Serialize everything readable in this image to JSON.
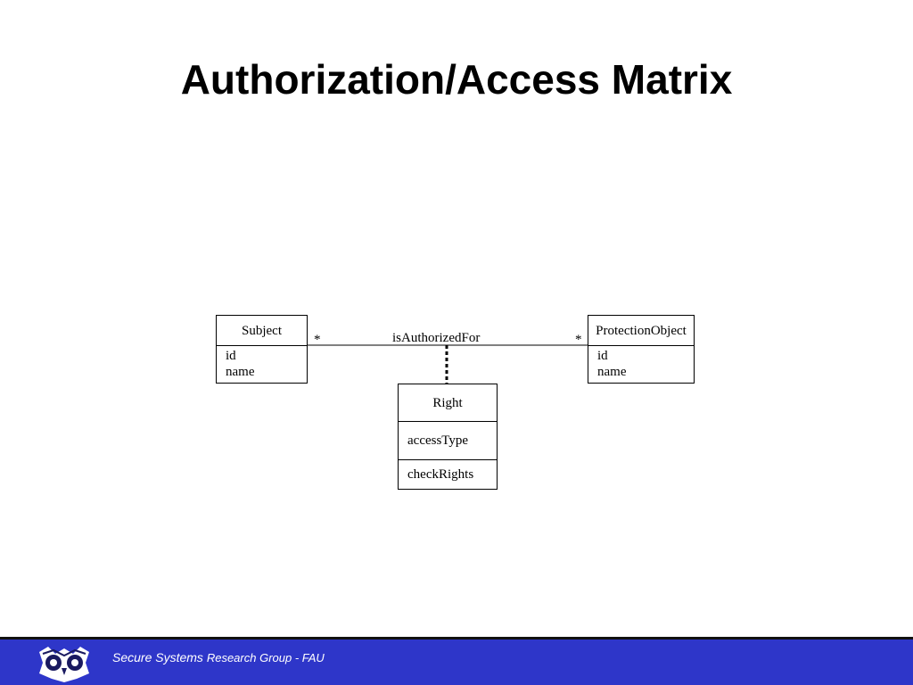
{
  "slide": {
    "title": "Authorization/Access Matrix"
  },
  "diagram": {
    "subject": {
      "name": "Subject",
      "attributes": [
        "id",
        "name"
      ]
    },
    "protection_object": {
      "name": "ProtectionObject",
      "attributes": [
        "id",
        "name"
      ]
    },
    "right": {
      "name": "Right",
      "attribute": "accessType",
      "operation": "checkRights"
    },
    "association": {
      "label": "isAuthorizedFor",
      "subject_multiplicity": "*",
      "object_multiplicity": "*"
    }
  },
  "footer": {
    "text_main": "Secure Systems",
    "text_rest": "Research Group - FAU",
    "logo_icon": "owl-logo-icon",
    "background_color": "#2e36c9"
  }
}
